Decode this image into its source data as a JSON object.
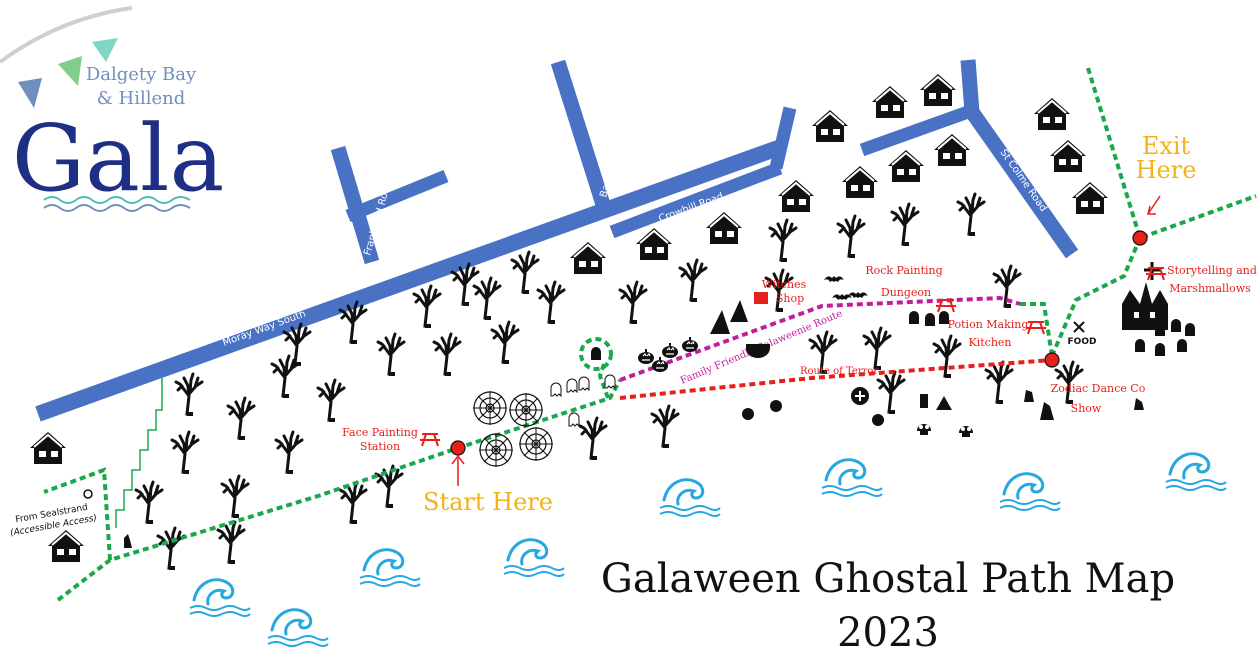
{
  "logo": {
    "line1": "Dalgety Bay",
    "line2": "& Hillend",
    "main": "Gala"
  },
  "roads": {
    "moray": "Moray Way South",
    "frankfield": "Frankfield Road",
    "barnhill": "Barnhill Road",
    "crowhill": "Crowhill Road",
    "stcolme": "St Colme Road"
  },
  "labels": {
    "from_sealstrand": "From Sealstrand",
    "accessible": "(Accessible Access)",
    "face_painting_1": "Face Painting",
    "face_painting_2": "Station",
    "start_here": "Start Here",
    "witches_1": "Witches",
    "witches_2": "Shop",
    "rock_1": "Rock Painting",
    "rock_2": "Dungeon",
    "potion_1": "Potion Making",
    "potion_2": "Kitchen",
    "food": "FOOD",
    "zodiac_1": "Zodiac Dance Co",
    "zodiac_2": "Show",
    "story_1": "Storytelling and",
    "story_2": "Marshmallows",
    "exit_1": "Exit",
    "exit_2": "Here",
    "family_route": "Family Friendly Galaweenie Route",
    "route_terror": "Route of Terror",
    "title_1": "Galaween Ghostal Path Map",
    "title_2": "2023"
  },
  "colors": {
    "road": "#4a72c4",
    "path_green": "#1aa84a",
    "route_magenta": "#c21e9c",
    "route_red": "#e8201c",
    "wave": "#27a7e0",
    "poi_red": "#e8201c",
    "start_yellow": "#f2b21a",
    "logo_navy": "#1f2f86"
  },
  "icons": [
    "house-icon",
    "tree-icon",
    "spider-web-icon",
    "pumpkin-icon",
    "ghost-icon",
    "bat-icon",
    "cauldron-icon",
    "skull-icon",
    "grave-icon",
    "haunted-house-icon",
    "wave-icon",
    "marker-icon",
    "wheelchair-icon",
    "food-icon"
  ]
}
